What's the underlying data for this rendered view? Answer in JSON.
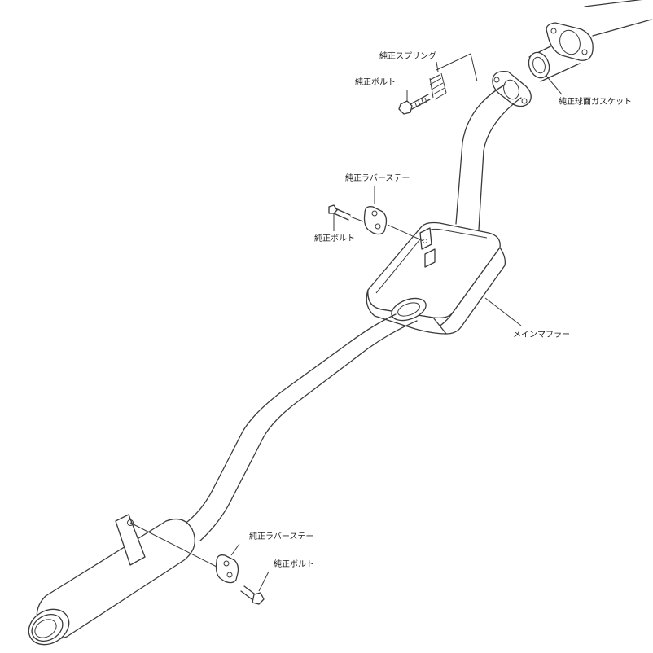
{
  "labels": {
    "spring": "純正スプリング",
    "bolt_top": "純正ボルト",
    "gasket": "純正球面ガスケット",
    "rubber_stay_top": "純正ラバーステー",
    "bolt_mid": "純正ボルト",
    "main_muffler": "メインマフラー",
    "rubber_stay_bottom": "純正ラバーステー",
    "bolt_bottom": "純正ボルト"
  }
}
